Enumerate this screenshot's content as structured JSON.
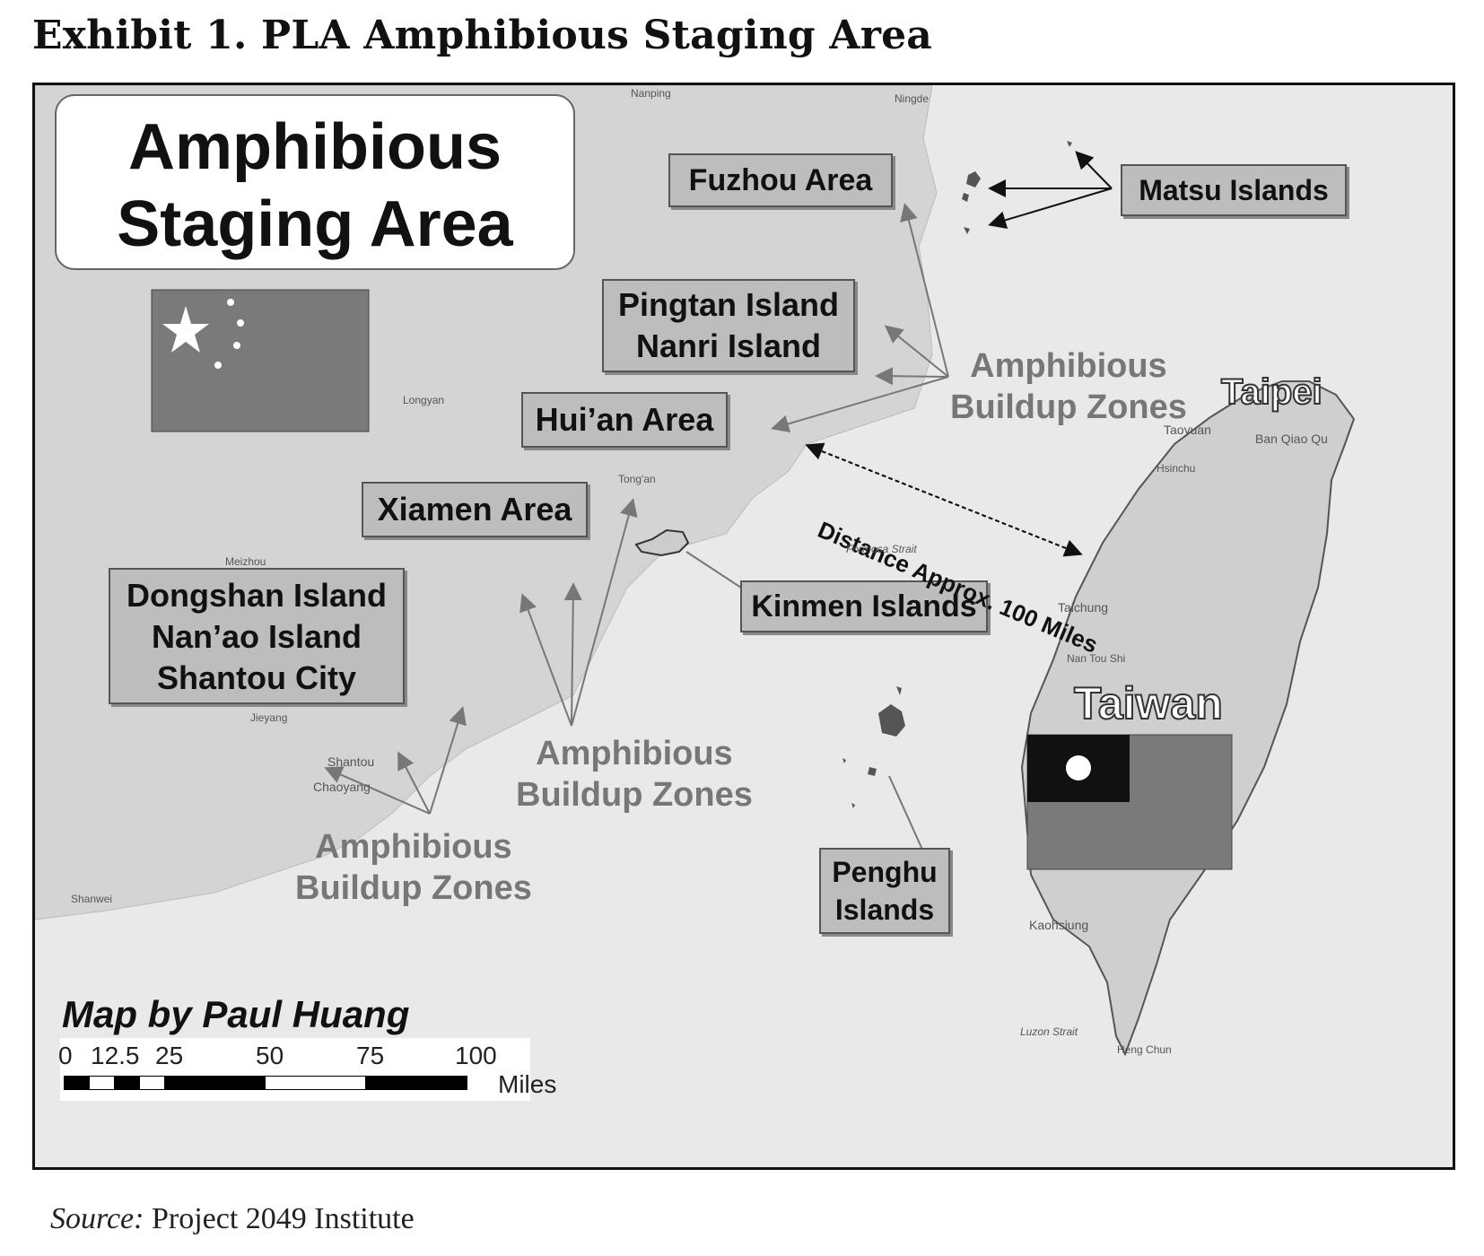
{
  "exhibit_title": "Exhibit 1. PLA Amphibious Staging Area",
  "source": {
    "label": "Source:",
    "text": " Project 2049 Institute"
  },
  "map": {
    "title_lines": [
      "Amphibious",
      "Staging Area"
    ],
    "labels": {
      "fuzhou": "Fuzhou Area",
      "matsu": "Matsu Islands",
      "pingtan": [
        "Pingtan Island",
        "Nanri Island"
      ],
      "huian": "Hui’an Area",
      "xiamen": "Xiamen Area",
      "kinmen": "Kinmen Islands",
      "dongshan": [
        "Dongshan Island",
        "Nan’ao Island",
        "Shantou City"
      ],
      "penghu": [
        "Penghu",
        "Islands"
      ]
    },
    "zones": {
      "north": [
        "Amphibious",
        "Buildup Zones"
      ],
      "middle": [
        "Amphibious",
        "Buildup Zones"
      ],
      "south": [
        "Amphibious",
        "Buildup Zones"
      ]
    },
    "distance": "Distance Approx. 100 Miles",
    "taipei": "Taipei",
    "taiwan": "Taiwan",
    "places": {
      "nanping": "Nanping",
      "ningde": "Ningde",
      "longyan": "Longyan",
      "tongan": "Tong'an",
      "meizhou": "Meizhou",
      "jieyang": "Jieyang",
      "shantou": "Shantou",
      "chaoyang": "Chaoyang",
      "shanwei": "Shanwei",
      "taoyuan": "Taoyuan",
      "hsinchu": "Hsinchu",
      "taichung": "Taichung",
      "nantou": "Nan Tou Shi",
      "kaohsiung": "Kaohsiung",
      "hengchun": "Heng Chun",
      "luzon": "Luzon Strait",
      "formosa": "Formosa Strait",
      "banqiao": "Ban Qiao Qu"
    },
    "credit": "Map by Paul Huang",
    "scale": {
      "ticks": [
        "0",
        "12.5",
        "25",
        "50",
        "75",
        "100"
      ],
      "unit": "Miles"
    },
    "colors": {
      "land_mainland": "#d6d6d6",
      "land_taiwan": "#cfcfcf",
      "sea": "#e9e9e9",
      "flag": "#7a7a7a"
    }
  }
}
